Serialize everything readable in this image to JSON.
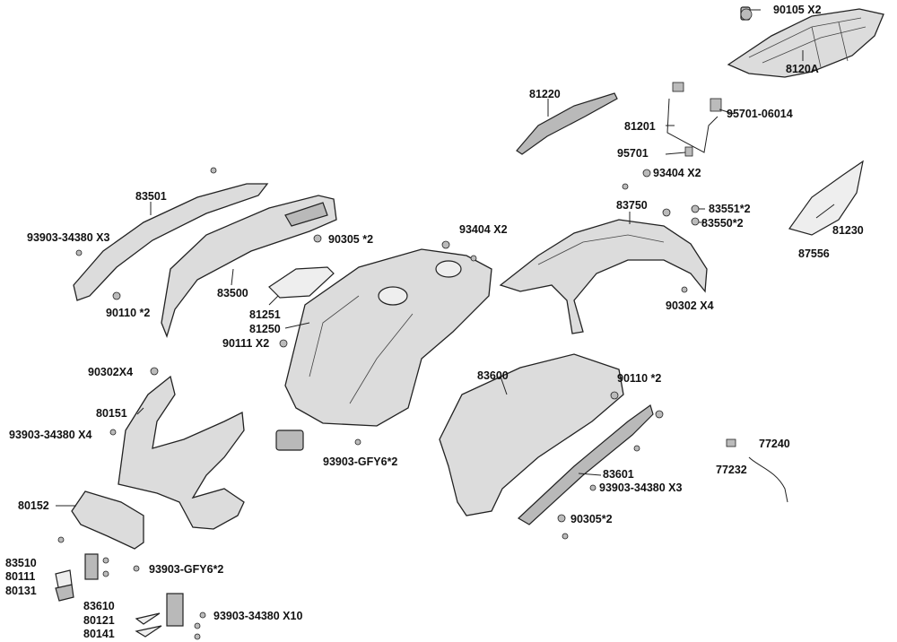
{
  "labels": {
    "p90105": "90105  X2",
    "p8120A": "8120A",
    "p81220": "81220",
    "p81201": "81201",
    "p95701_06014": "95701-06014",
    "p95701": "95701",
    "p93404_top": "93404  X2",
    "p83551": "83551*2",
    "p83550": "83550*2",
    "p81230": "81230",
    "p87556": "87556",
    "p83750": "83750",
    "p93404_mid": "93404  X2",
    "p90302_x4": "90302  X4",
    "p83501": "83501",
    "p93903_x3_left": "93903-34380 X3",
    "p90305_top": "90305 *2",
    "p83500": "83500",
    "p90110_left": "90110 *2",
    "p81251": "81251",
    "p81250": "81250",
    "p90111": "90111  X2",
    "p90302x4": "90302X4",
    "p80151": "80151",
    "p93903_x4": "93903-34380 X4",
    "p93903_gfy6_mid": "93903-GFY6*2",
    "p83600": "83600",
    "p90110_right": "90110 *2",
    "p77240": "77240",
    "p77232": "77232",
    "p83601": "83601",
    "p93903_x3_right": "93903-34380 X3",
    "p90305_bottom": "90305*2",
    "p80152": "80152",
    "p83510": "83510",
    "p80111": "80111",
    "p80131": "80131",
    "p93903_gfy6_bottom": "93903-GFY6*2",
    "p83610": "83610",
    "p80121": "80121",
    "p80141": "80141",
    "p93903_x10": "93903-34380 X10"
  }
}
